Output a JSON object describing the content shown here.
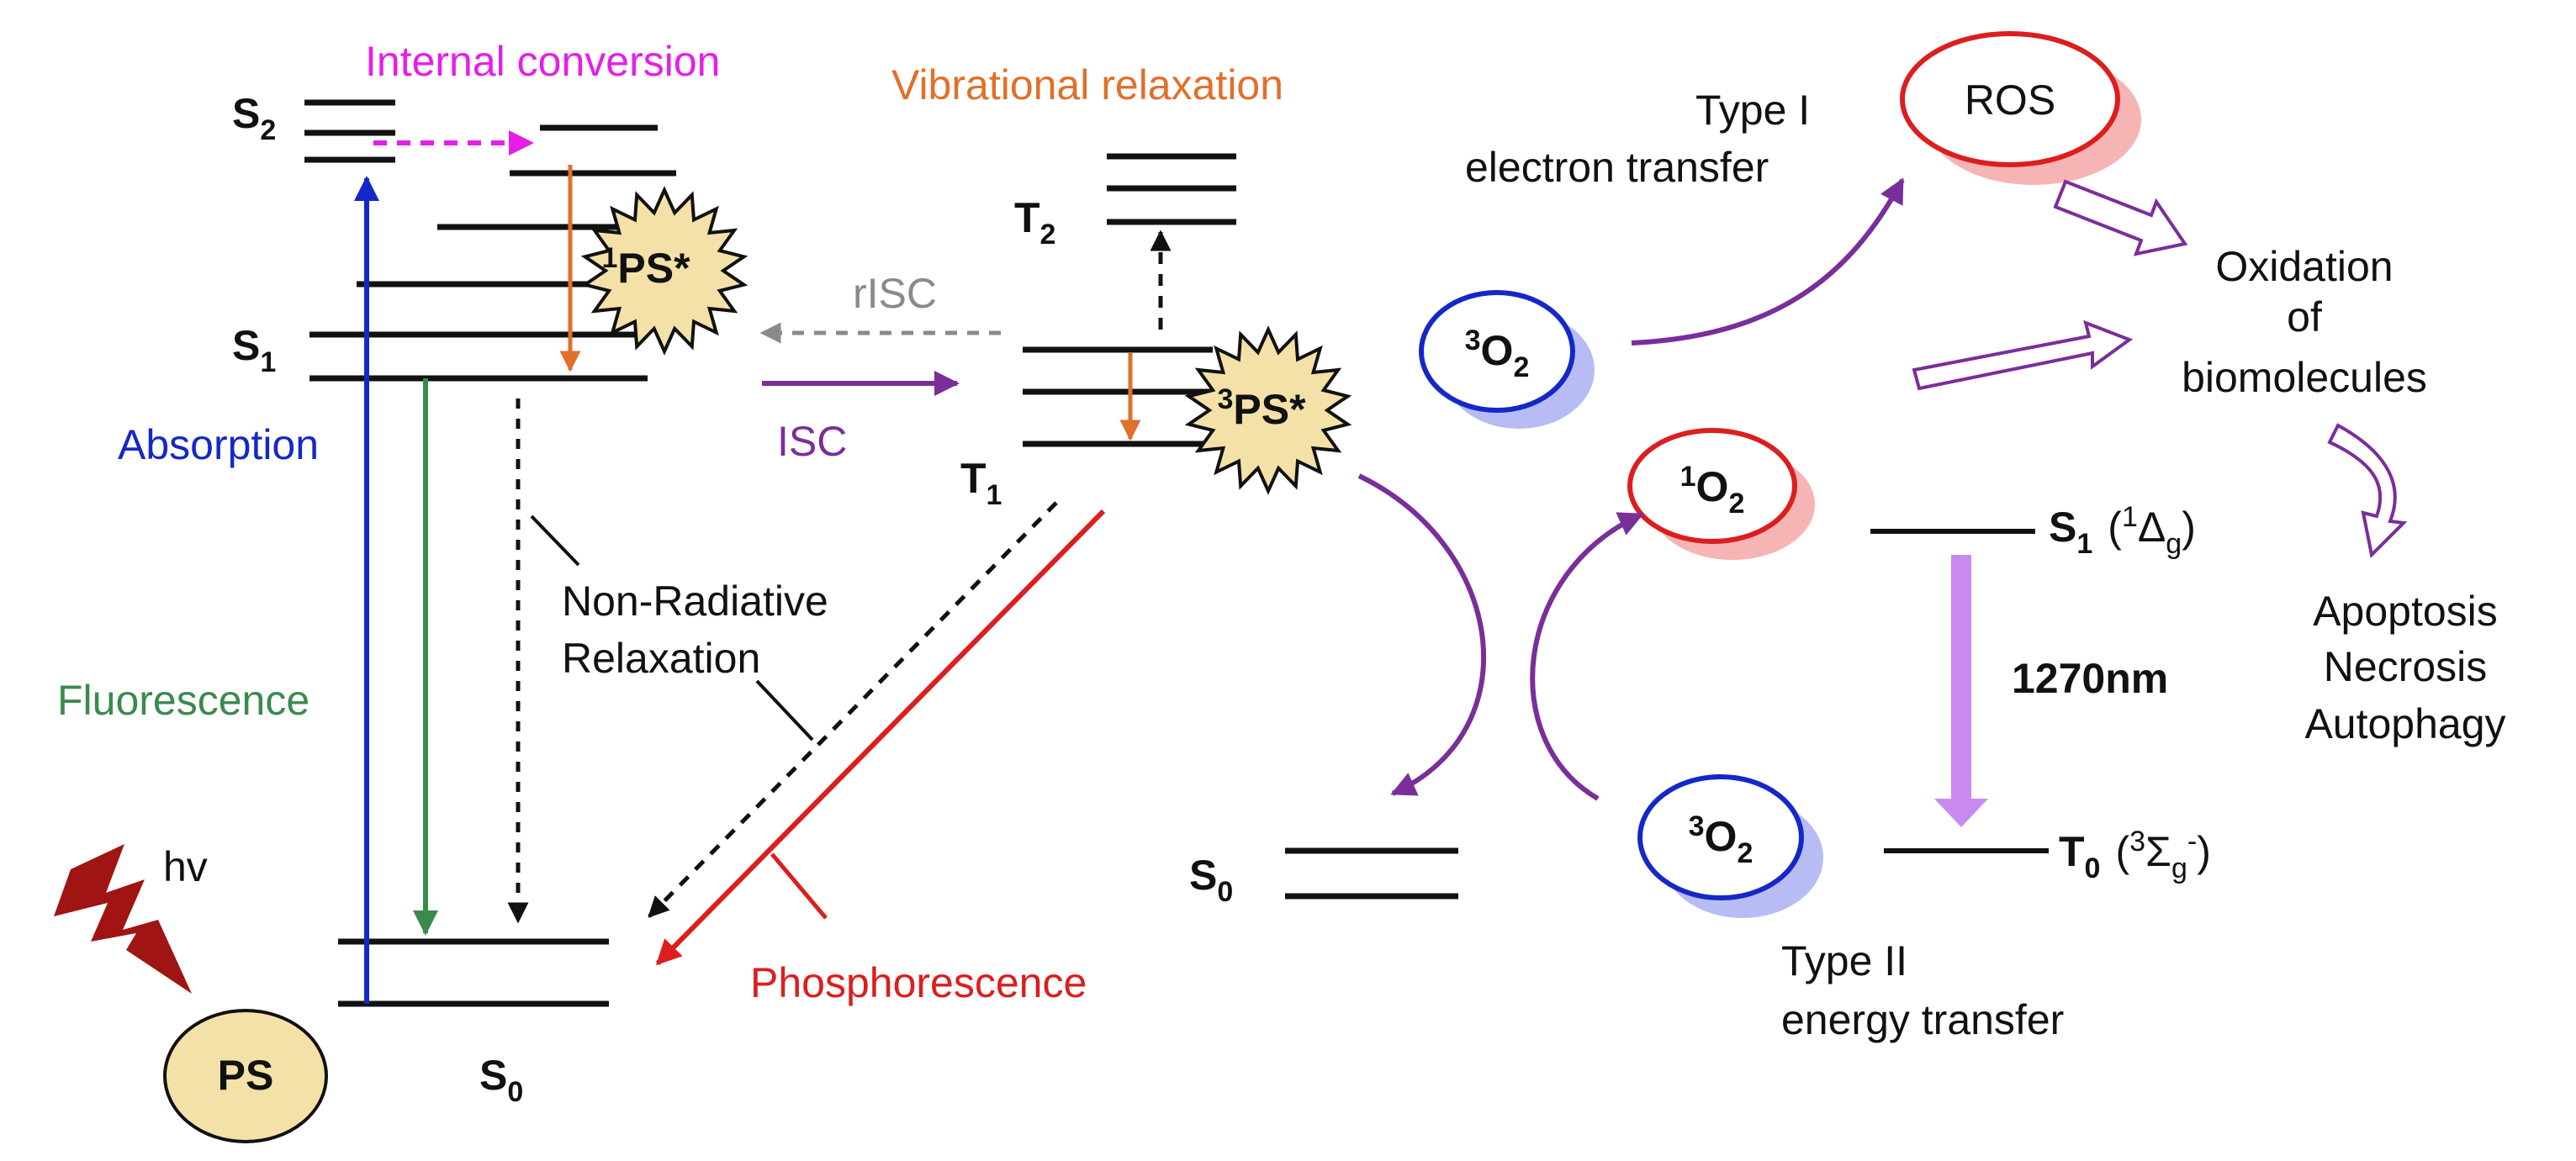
{
  "colors": {
    "black": "#111111",
    "blue": "#1428c8",
    "green": "#3a8a4e",
    "magenta": "#e61ee6",
    "orange": "#e0702a",
    "gray": "#8a8a8a",
    "purple": "#7a2e9a",
    "red": "#dc1e1e",
    "dark_red": "#a01414",
    "tan": "#f3e1a7",
    "blue_shadow": "#b8bcf4",
    "red_shadow": "#f6b4b4",
    "violet_arrow": "#c88af0"
  },
  "jablonski": {
    "s2": {
      "base": "S",
      "sub": "2"
    },
    "s1": {
      "base": "S",
      "sub": "1"
    },
    "s0": {
      "base": "S",
      "sub": "0"
    },
    "t2": {
      "base": "T",
      "sub": "2"
    },
    "t1": {
      "base": "T",
      "sub": "1"
    },
    "internal_conversion": "Internal conversion",
    "vibrational_relaxation": "Vibrational relaxation",
    "absorption": "Absorption",
    "fluorescence": "Fluorescence",
    "non_radiative_1": "Non-Radiative",
    "non_radiative_2": "Relaxation",
    "risc": "rISC",
    "isc": "ISC",
    "phosphorescence": "Phosphorescence",
    "hv": "hv",
    "ps": "PS",
    "singlet_ps": {
      "sup": "1",
      "base": "PS*"
    },
    "triplet_ps": {
      "sup": "3",
      "base": "PS*"
    }
  },
  "photodynamic": {
    "s0": {
      "base": "S",
      "sub": "0"
    },
    "type1_line1": "Type I",
    "type1_line2": "electron transfer",
    "ros": "ROS",
    "oxygen_top": {
      "sup": "3",
      "base": "O",
      "sub": "2"
    },
    "singlet_oxygen": {
      "sup": "1",
      "base": "O",
      "sub": "2"
    },
    "oxygen_bottom": {
      "sup": "3",
      "base": "O",
      "sub": "2"
    },
    "oxidation_1": "Oxidation",
    "oxidation_2": "of",
    "oxidation_3": "biomolecules",
    "outcome_1": "Apoptosis",
    "outcome_2": "Necrosis",
    "outcome_3": "Autophagy",
    "o2_s1": {
      "base": "S",
      "sub": "1",
      "term": "(",
      "term_sup": "1",
      "term_base": "Δ",
      "term_sub": "g",
      "term_close": ")"
    },
    "wavelength": "1270nm",
    "o2_t0": {
      "base": "T",
      "sub": "0",
      "term": "(",
      "term_sup": "3",
      "term_base": "Σ",
      "term_sub": "g",
      "term_sup2": "-",
      "term_close": ")"
    },
    "type2_line1": "Type II",
    "type2_line2": "energy transfer"
  }
}
